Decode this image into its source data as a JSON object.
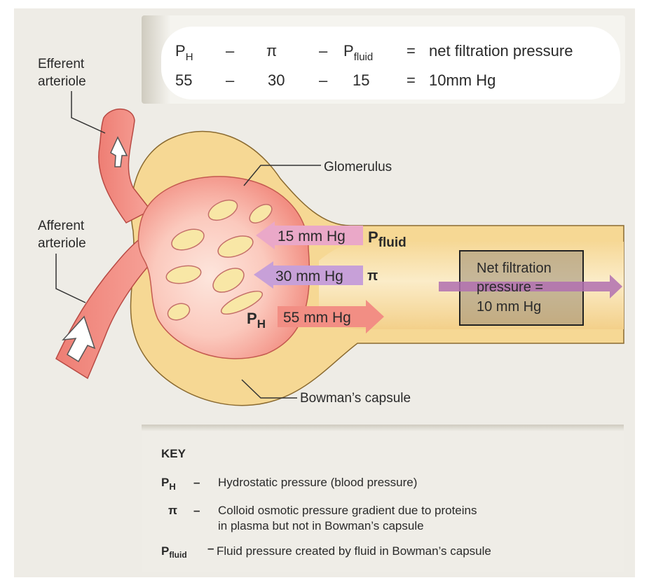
{
  "equation": {
    "row1": {
      "t1_main": "P",
      "t1_sub": "H",
      "op1": "–",
      "t2": "π",
      "op2": "–",
      "t3_main": "P",
      "t3_sub": "fluid",
      "eq": "=",
      "result": "net filtration pressure"
    },
    "row2": {
      "t1": "55",
      "op1": "–",
      "t2": "30",
      "op2": "–",
      "t3": "15",
      "eq": "=",
      "result": "10mm Hg"
    }
  },
  "labels": {
    "efferent_line1": "Efferent",
    "efferent_line2": "arteriole",
    "afferent_line1": "Afferent",
    "afferent_line2": "arteriole",
    "glomerulus": "Glomerulus",
    "bowmans_capsule": "Bowman’s capsule"
  },
  "arrows": {
    "fluid_value": "15 mm Hg",
    "fluid_symbol_main": "P",
    "fluid_symbol_sub": "fluid",
    "pi_value": "30 mm Hg",
    "pi_symbol": "π",
    "ph_value": "55 mm Hg",
    "ph_symbol_main": "P",
    "ph_symbol_sub": "H"
  },
  "net_box": {
    "line1": "Net filtration",
    "line2": "pressure =",
    "line3": "10 mm Hg"
  },
  "key": {
    "title": "KEY",
    "ph_main": "P",
    "ph_sub": "H",
    "ph_dash": "–",
    "ph_text": "Hydrostatic pressure (blood pressure)",
    "pi_sym": "π",
    "pi_dash": "–",
    "pi_text1": "Colloid osmotic pressure gradient due to proteins",
    "pi_text2": "in plasma but not in Bowman’s capsule",
    "pf_main": "P",
    "pf_sub": "fluid",
    "pf_dash": "–",
    "pf_text": "Fluid pressure created by fluid in Bowman’s capsule"
  },
  "colors": {
    "background": "#eeece6",
    "capsule": "#f7dc9c",
    "capsule_stroke": "#8a6a30",
    "vessel": "#f08a80",
    "vessel_stroke": "#b84a44",
    "glomerulus_light": "#fbd0c4",
    "glomerulus_mid": "#f59a8c",
    "lumen": "#f7e6a6",
    "fluid_arrow": "#eba8c8",
    "pi_arrow": "#c7a0d8",
    "ph_arrow": "#f28e84",
    "net_arrow": "#b070b0",
    "net_box": "#9b8d74"
  }
}
